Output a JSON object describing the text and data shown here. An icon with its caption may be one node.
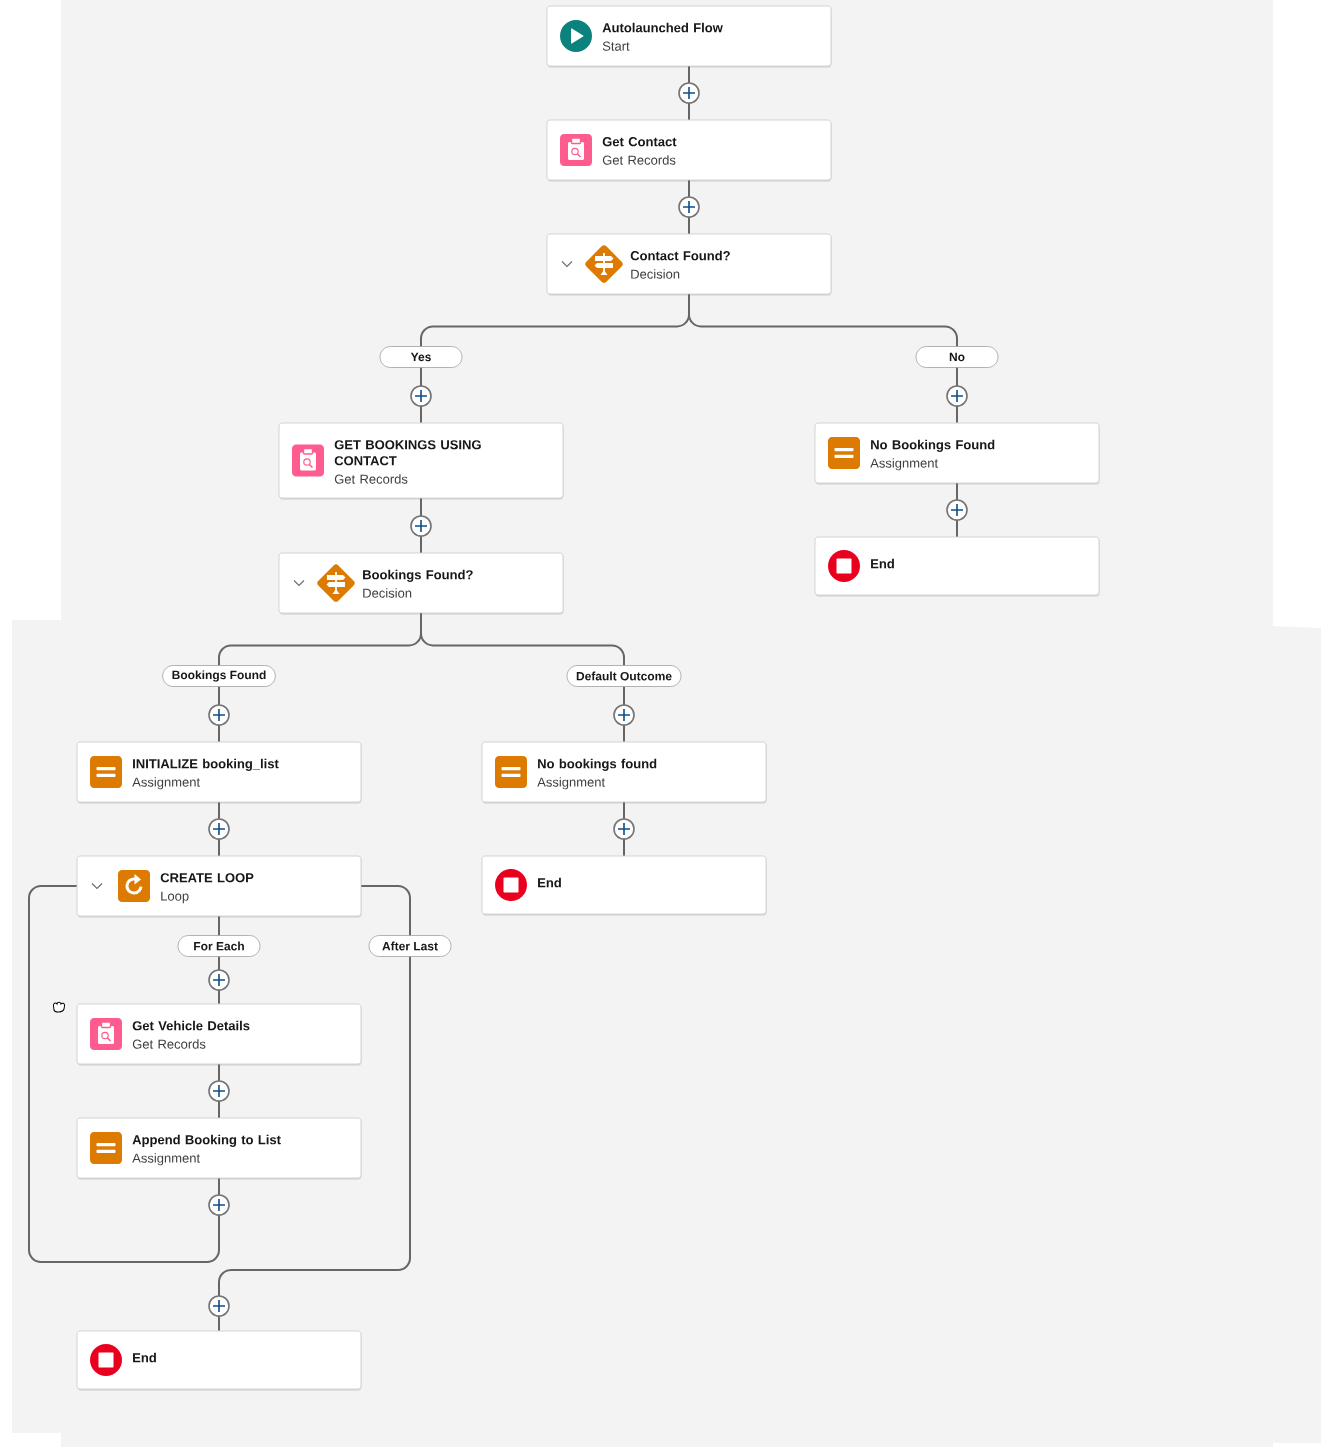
{
  "diagram": {
    "nodes": [
      {
        "text": [
          "Autolaunched Flow",
          "Start"
        ]
      },
      {
        "text": [
          "Get Contact",
          "Get Records"
        ]
      },
      {
        "text": [
          "Contact Found?",
          "Decision"
        ]
      },
      {
        "text": [
          "GET BOOKINGS USING CONTACT",
          "Get Records"
        ]
      },
      {
        "text": [
          "No Bookings Found",
          "Assignment"
        ]
      },
      {
        "text": [
          "End"
        ]
      },
      {
        "text": [
          "Bookings Found?",
          "Decision"
        ]
      },
      {
        "text": [
          "INITIALIZE booking_list",
          "Assignment"
        ]
      },
      {
        "text": [
          "No bookings found",
          "Assignment"
        ]
      },
      {
        "text": [
          "CREATE LOOP",
          "Loop"
        ]
      },
      {
        "text": [
          "End"
        ]
      },
      {
        "text": [
          "Get Vehicle Details",
          "Get Records"
        ]
      },
      {
        "text": [
          "Append Booking to List",
          "Assignment"
        ]
      },
      {
        "text": [
          "End"
        ]
      }
    ],
    "edges": [
      {
        "from": 0,
        "to": 1,
        "arrow": "none"
      },
      {
        "from": 1,
        "to": 2,
        "arrow": "none"
      },
      {
        "from": 2,
        "to": 3,
        "label": "Yes",
        "arrow": "none"
      },
      {
        "from": 2,
        "to": 4,
        "label": "No",
        "arrow": "none"
      },
      {
        "from": 3,
        "to": 6,
        "arrow": "none"
      },
      {
        "from": 4,
        "to": 5,
        "arrow": "none"
      },
      {
        "from": 6,
        "to": 7,
        "label": "Bookings Found",
        "arrow": "none"
      },
      {
        "from": 6,
        "to": 8,
        "label": "Default Outcome",
        "arrow": "none"
      },
      {
        "from": 7,
        "to": 9,
        "arrow": "none"
      },
      {
        "from": 8,
        "to": 10,
        "arrow": "none"
      },
      {
        "from": 9,
        "to": 11,
        "label": "For Each",
        "arrow": "none"
      },
      {
        "from": 11,
        "to": 12,
        "arrow": "none"
      },
      {
        "from": 12,
        "to": 9,
        "arrow": "none"
      },
      {
        "from": 9,
        "to": 13,
        "label": "After Last",
        "arrow": "none"
      }
    ]
  }
}
